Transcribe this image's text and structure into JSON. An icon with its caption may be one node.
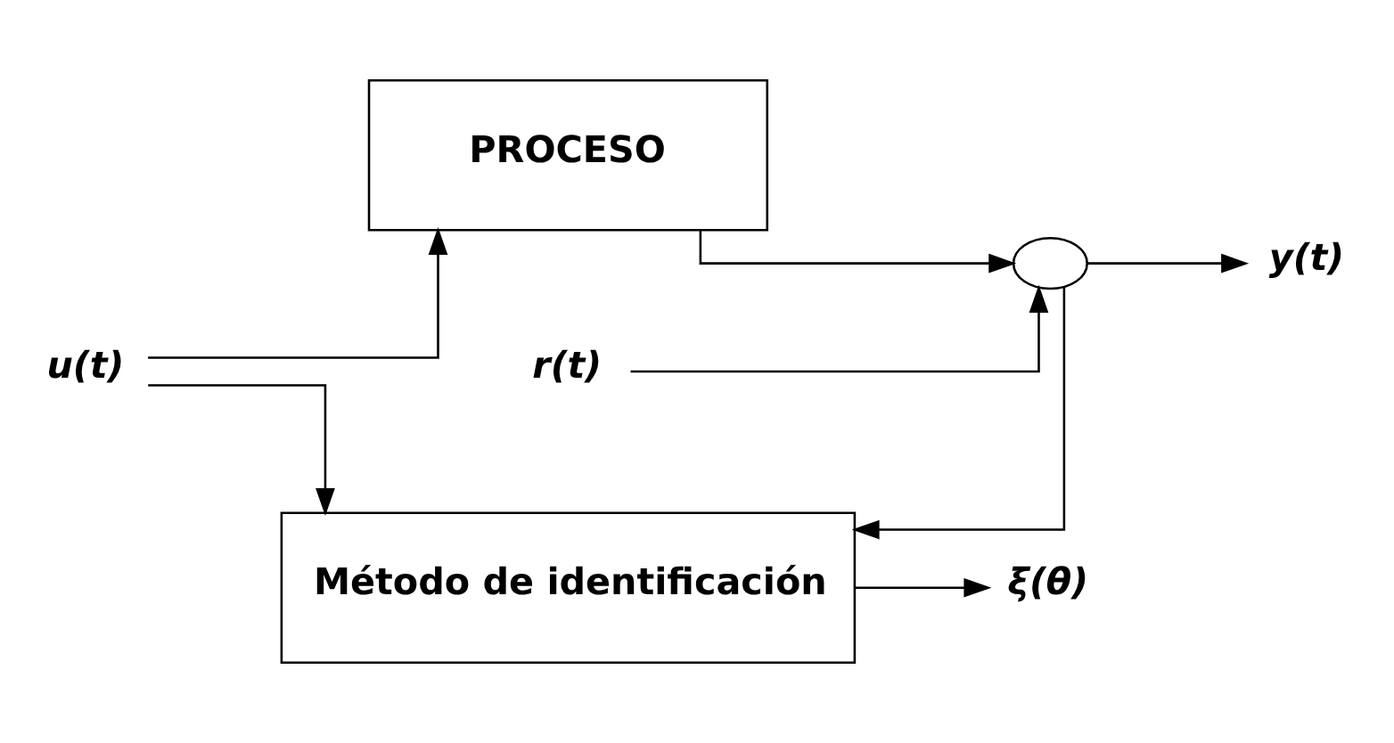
{
  "diagram": {
    "nodes": [
      {
        "text": [
          "u(t)"
        ]
      },
      {
        "text": [
          "PROCESO"
        ]
      },
      {
        "text": [
          "r(t)"
        ]
      },
      {
        "text": [],
        "shape": "circle"
      },
      {
        "text": [
          "y(t)"
        ]
      },
      {
        "text": [
          "Método de identificación"
        ]
      },
      {
        "text": [
          "ξ(θ)"
        ]
      }
    ],
    "edges": [
      {
        "from": 0,
        "to": 1,
        "arrow": "to"
      },
      {
        "from": 0,
        "to": 5,
        "arrow": "to"
      },
      {
        "from": 1,
        "to": 3,
        "arrow": "to"
      },
      {
        "from": 2,
        "to": 3,
        "arrow": "to"
      },
      {
        "from": 3,
        "to": 4,
        "arrow": "to"
      },
      {
        "from": 3,
        "to": 5,
        "arrow": "to"
      },
      {
        "from": 5,
        "to": 6,
        "arrow": "to"
      }
    ]
  }
}
